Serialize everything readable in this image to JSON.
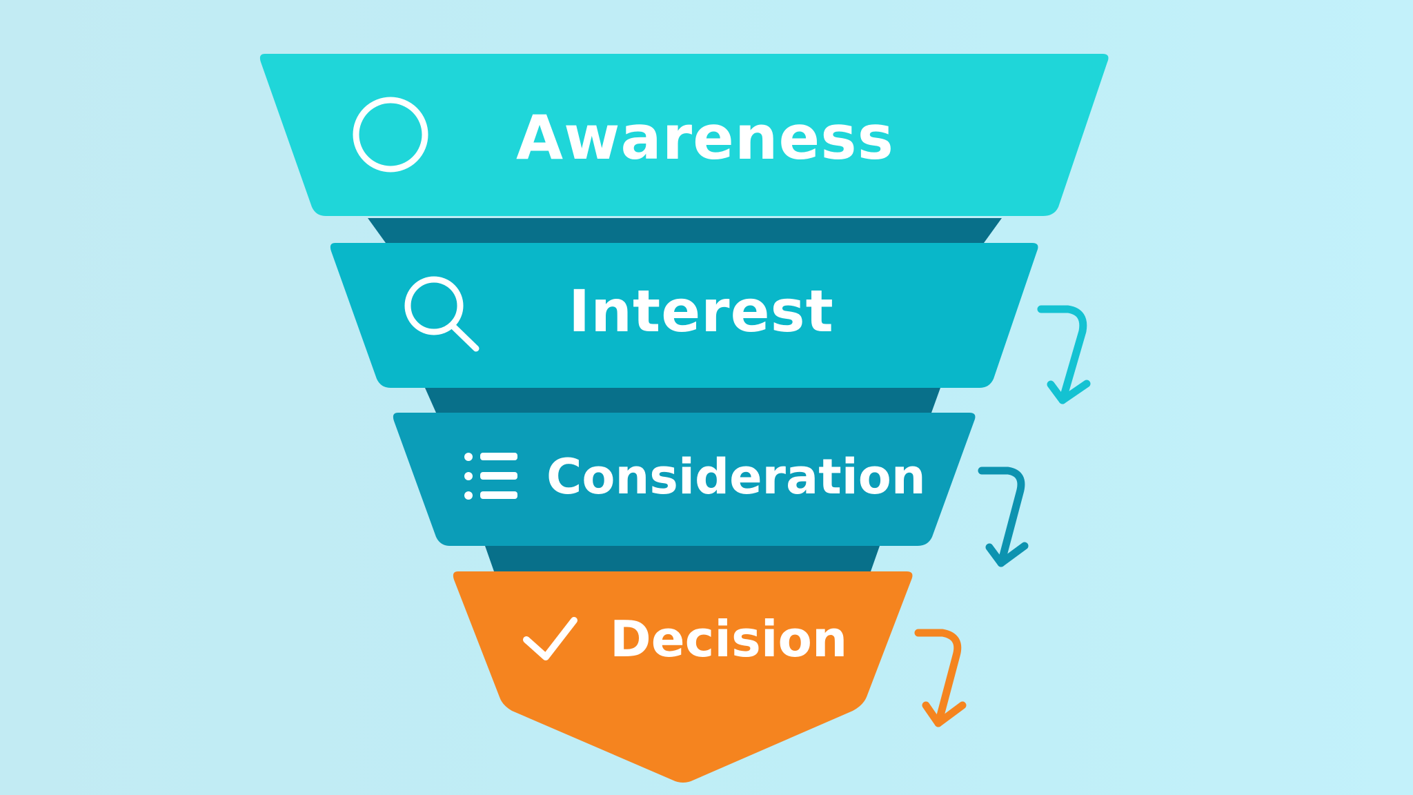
{
  "diagram": {
    "type": "funnel",
    "stages": [
      {
        "label": "Awareness",
        "icon": "circle-icon",
        "color": "#1fd6d9"
      },
      {
        "label": "Interest",
        "icon": "search-icon",
        "color": "#09b7c9"
      },
      {
        "label": "Consideration",
        "icon": "list-icon",
        "color": "#0b9db8"
      },
      {
        "label": "Decision",
        "icon": "checkmark-icon",
        "color": "#f5841f"
      }
    ],
    "connector_color": "#08708a",
    "arrows": [
      {
        "color": "#14c2d2"
      },
      {
        "color": "#0d93b0"
      },
      {
        "color": "#f5841f"
      }
    ]
  }
}
